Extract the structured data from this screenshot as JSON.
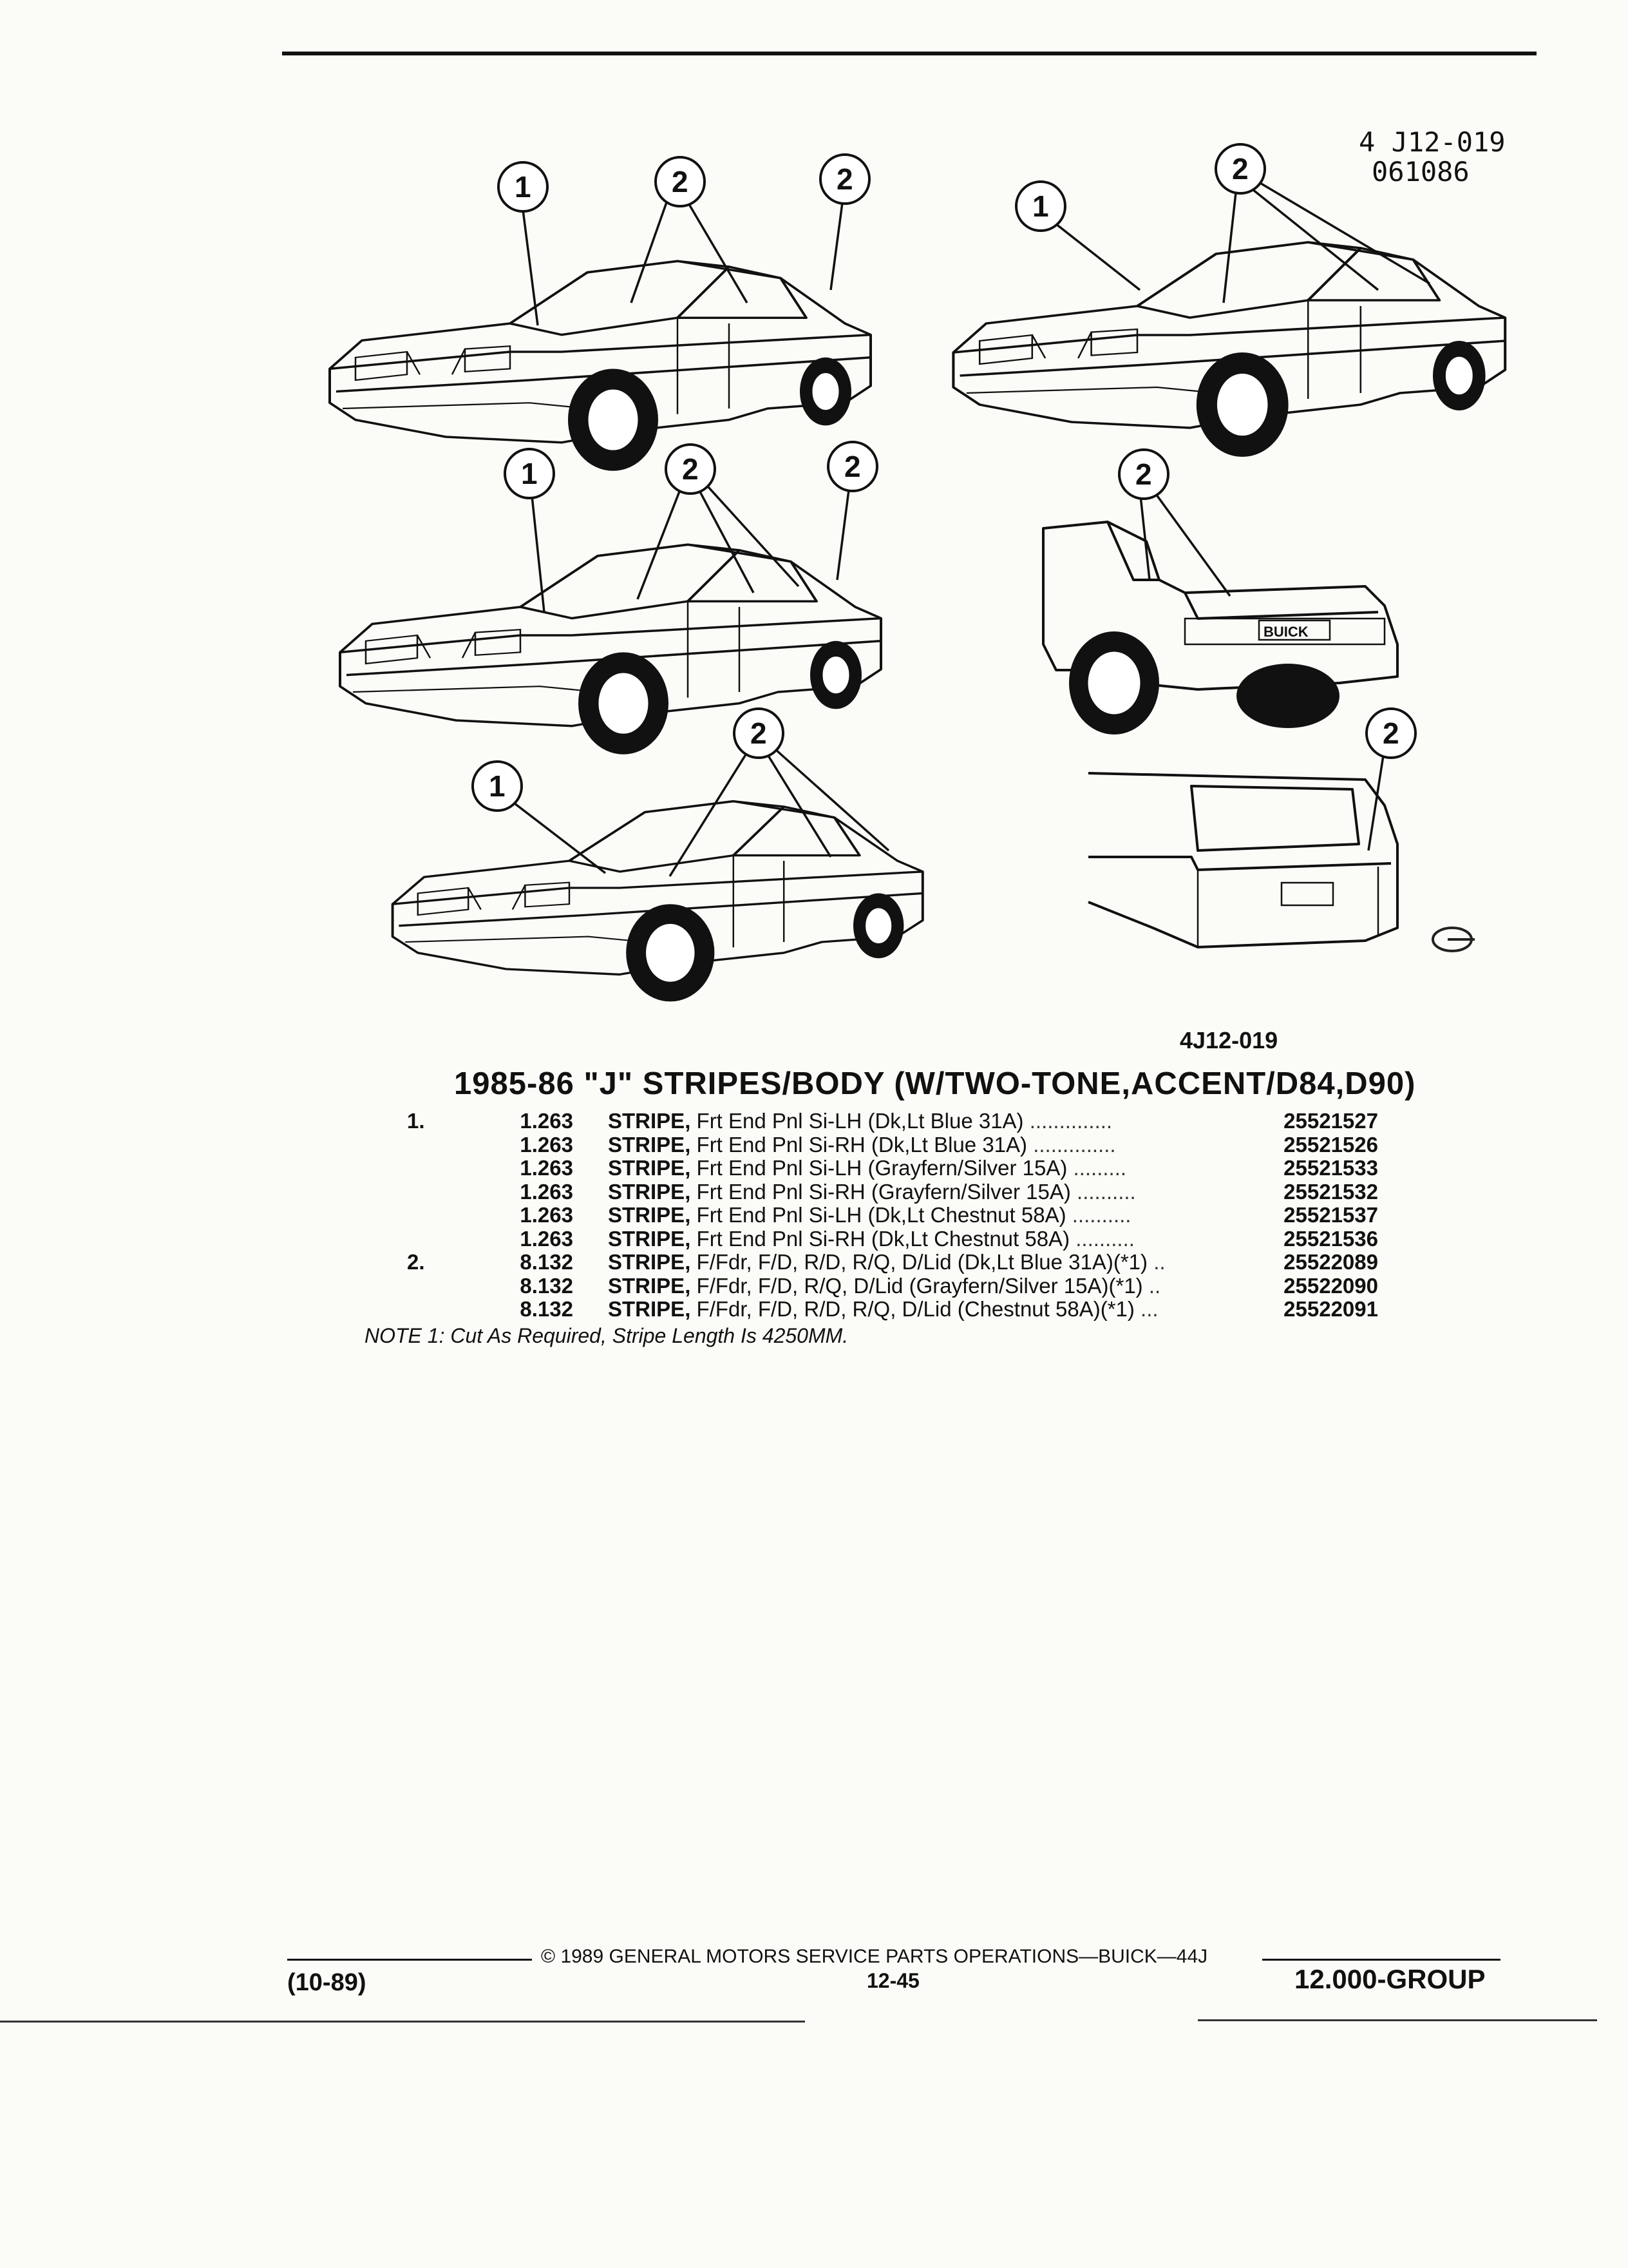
{
  "figure": {
    "code_line1": "4 J12-019",
    "code_line2": "061086",
    "label": "4J12-019",
    "callout_1": "1",
    "callout_2": "2",
    "badge_text": "BUICK"
  },
  "section_title": "1985-86 \"J\" STRIPES/BODY (W/TWO-TONE,ACCENT/D84,D90)",
  "parts": [
    {
      "item": "1.",
      "qty": "1.263",
      "name": "STRIPE,",
      "desc": "Frt End Pnl Si-LH (Dk,Lt Blue 31A)",
      "leader": "..............",
      "pn": "25521527"
    },
    {
      "item": "",
      "qty": "1.263",
      "name": "STRIPE,",
      "desc": "Frt End Pnl Si-RH (Dk,Lt Blue 31A)",
      "leader": "..............",
      "pn": "25521526"
    },
    {
      "item": "",
      "qty": "1.263",
      "name": "STRIPE,",
      "desc": "Frt End Pnl Si-LH (Grayfern/Silver 15A)",
      "leader": ".........",
      "pn": "25521533"
    },
    {
      "item": "",
      "qty": "1.263",
      "name": "STRIPE,",
      "desc": "Frt End Pnl Si-RH (Grayfern/Silver 15A)",
      "leader": "..........",
      "pn": "25521532"
    },
    {
      "item": "",
      "qty": "1.263",
      "name": "STRIPE,",
      "desc": "Frt End Pnl Si-LH (Dk,Lt Chestnut 58A)",
      "leader": "..........",
      "pn": "25521537"
    },
    {
      "item": "",
      "qty": "1.263",
      "name": "STRIPE,",
      "desc": "Frt End Pnl Si-RH (Dk,Lt Chestnut 58A)",
      "leader": "..........",
      "pn": "25521536"
    },
    {
      "item": "2.",
      "qty": "8.132",
      "name": "STRIPE,",
      "desc": "F/Fdr, F/D, R/D, R/Q, D/Lid (Dk,Lt Blue 31A)(*1)",
      "leader": "..",
      "pn": "25522089"
    },
    {
      "item": "",
      "qty": "8.132",
      "name": "STRIPE,",
      "desc": "F/Fdr, F/D, R/Q, D/Lid (Grayfern/Silver 15A)(*1)",
      "leader": "..",
      "pn": "25522090"
    },
    {
      "item": "",
      "qty": "8.132",
      "name": "STRIPE,",
      "desc": "F/Fdr, F/D, R/D, R/Q, D/Lid (Chestnut 58A)(*1)",
      "leader": "...",
      "pn": "25522091"
    }
  ],
  "note": "NOTE 1: Cut As Required, Stripe Length Is 4250MM.",
  "footer": {
    "date": "(10-89)",
    "copyright": "© 1989 GENERAL MOTORS SERVICE PARTS OPERATIONS—BUICK—44J",
    "page": "12-45",
    "group": "12.000-GROUP"
  }
}
